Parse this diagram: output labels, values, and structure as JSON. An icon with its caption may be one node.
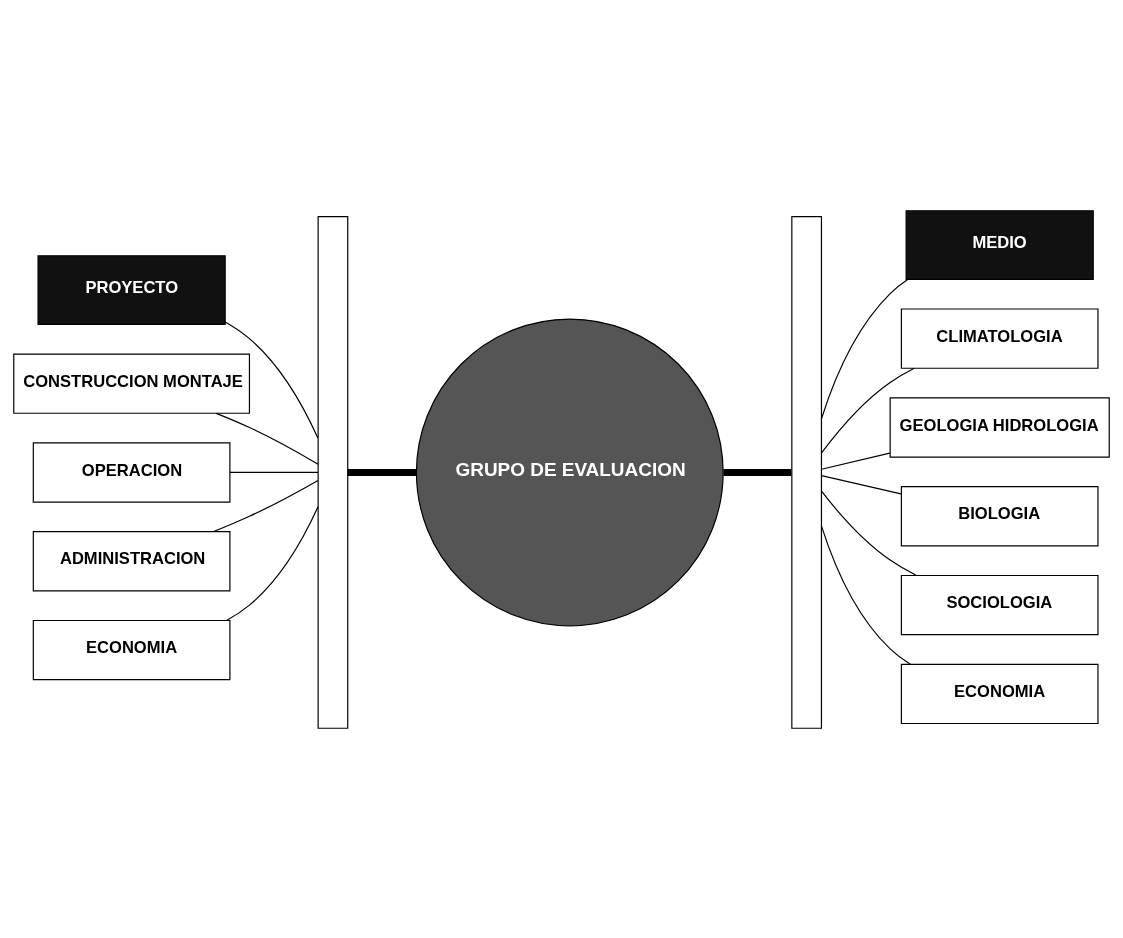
{
  "diagram": {
    "nodes": [
      {
        "text": [
          "PROYECTO"
        ]
      },
      {
        "text": [],
        "shape": "bar"
      },
      {
        "text": [
          "CONSTRUCCION MONTAJE"
        ]
      },
      {
        "text": [
          "OPERACION"
        ]
      },
      {
        "text": [
          "ADMINISTRACION"
        ]
      },
      {
        "text": [
          "ECONOMIA"
        ]
      },
      {
        "text": [
          "GRUPO DE EVALUACION"
        ]
      },
      {
        "text": [
          "MEDIO"
        ]
      },
      {
        "text": [],
        "shape": "bar"
      },
      {
        "text": [
          "CLIMATOLOGIA"
        ]
      },
      {
        "text": [
          "GEOLOGIA HIDROLOGIA"
        ]
      },
      {
        "text": [
          "BIOLOGIA"
        ]
      },
      {
        "text": [
          "SOCIOLOGIA"
        ]
      },
      {
        "text": [
          "ECONOMIA"
        ]
      }
    ],
    "edges": [
      {
        "from": 0,
        "to": 1,
        "arrow": "none"
      },
      {
        "from": 2,
        "to": 1,
        "arrow": "none"
      },
      {
        "from": 3,
        "to": 1,
        "arrow": "none"
      },
      {
        "from": 4,
        "to": 1,
        "arrow": "none"
      },
      {
        "from": 5,
        "to": 1,
        "arrow": "none"
      },
      {
        "from": 1,
        "to": 6,
        "arrow": "none",
        "style": "thick"
      },
      {
        "from": 6,
        "to": 8,
        "arrow": "none",
        "style": "thick"
      },
      {
        "from": 8,
        "to": 7,
        "arrow": "none"
      },
      {
        "from": 8,
        "to": 9,
        "arrow": "none"
      },
      {
        "from": 8,
        "to": 10,
        "arrow": "none"
      },
      {
        "from": 8,
        "to": 11,
        "arrow": "none"
      },
      {
        "from": 8,
        "to": 12,
        "arrow": "none"
      },
      {
        "from": 8,
        "to": 13,
        "arrow": "none"
      }
    ]
  }
}
